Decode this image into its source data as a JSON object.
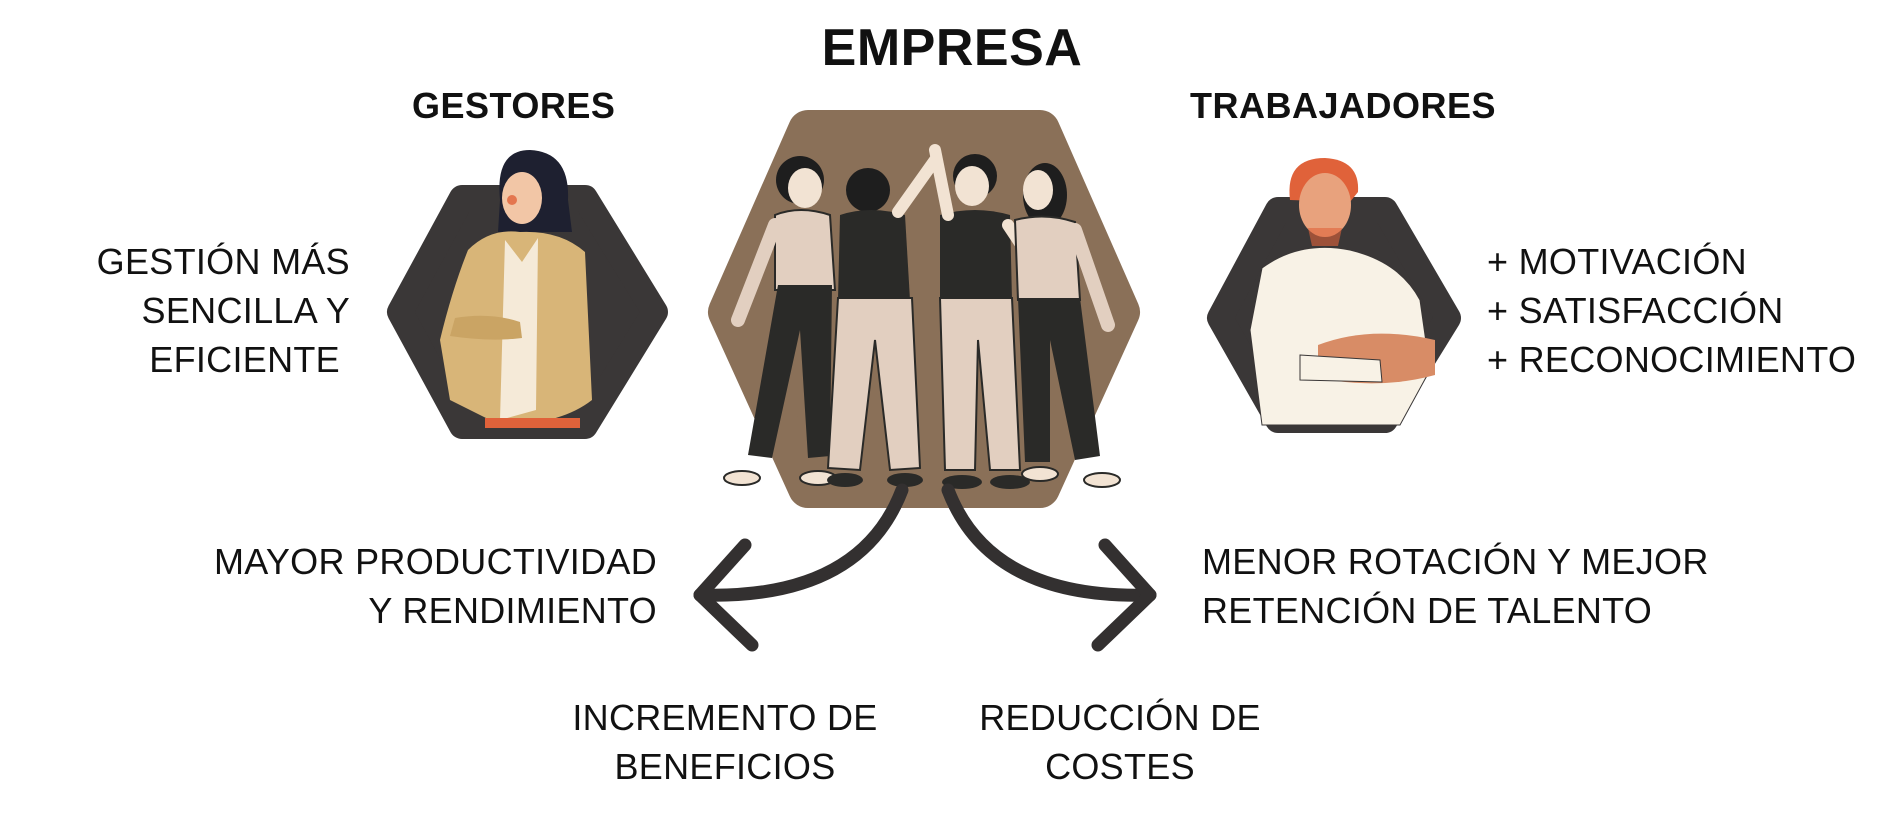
{
  "title": "EMPRESA",
  "left_header": "GESTORES",
  "right_header": "TRABAJADORES",
  "left_benefits": [
    "GESTIÓN MÁS",
    "SENCILLA Y",
    "EFICIENTE"
  ],
  "right_benefits": [
    "+ MOTIVACIÓN",
    "+ SATISFACCIÓN",
    "+ RECONOCIMIENTO"
  ],
  "left_outcome": [
    "MAYOR PRODUCTIVIDAD",
    "Y RENDIMIENTO"
  ],
  "right_outcome": [
    "MENOR ROTACIÓN Y MEJOR",
    "RETENCIÓN DE TALENTO"
  ],
  "bottom_left": [
    "INCREMENTO DE",
    "BENEFICIOS"
  ],
  "bottom_right": [
    "REDUCCIÓN DE",
    "COSTES"
  ],
  "colors": {
    "text": "#111111",
    "hexagon_dark": "#3a3737",
    "hexagon_brown": "#8a7058",
    "arrow": "#333030",
    "skin_light": "#f2e3d3",
    "black_clothes": "#2a2a28",
    "beige_clothes": "#e2cfc0",
    "jacket": "#d8b578",
    "red_hair": "#e0623a"
  },
  "icons": [
    "manager-woman-illustration",
    "team-high-five-illustration",
    "worker-man-illustration",
    "curved-arrow-left-icon",
    "curved-arrow-right-icon"
  ]
}
